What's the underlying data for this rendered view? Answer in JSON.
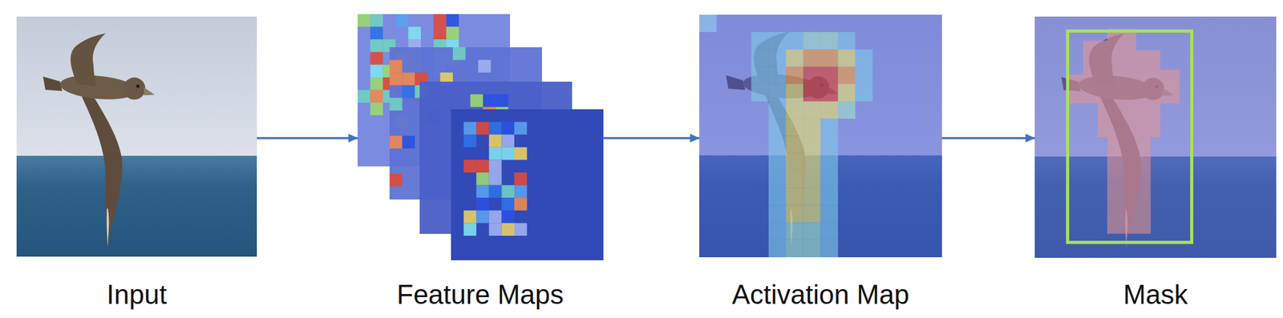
{
  "diagram": {
    "nodes": [
      {
        "text": [
          "Input"
        ]
      },
      {
        "text": [
          "Feature Maps"
        ]
      },
      {
        "text": [
          "Activation Map"
        ]
      },
      {
        "text": [
          "Mask"
        ]
      }
    ],
    "edges": [
      {
        "from": 0,
        "to": 1,
        "arrow": "to"
      },
      {
        "from": 1,
        "to": 2,
        "arrow": "to"
      },
      {
        "from": 2,
        "to": 3,
        "arrow": "to"
      }
    ]
  }
}
